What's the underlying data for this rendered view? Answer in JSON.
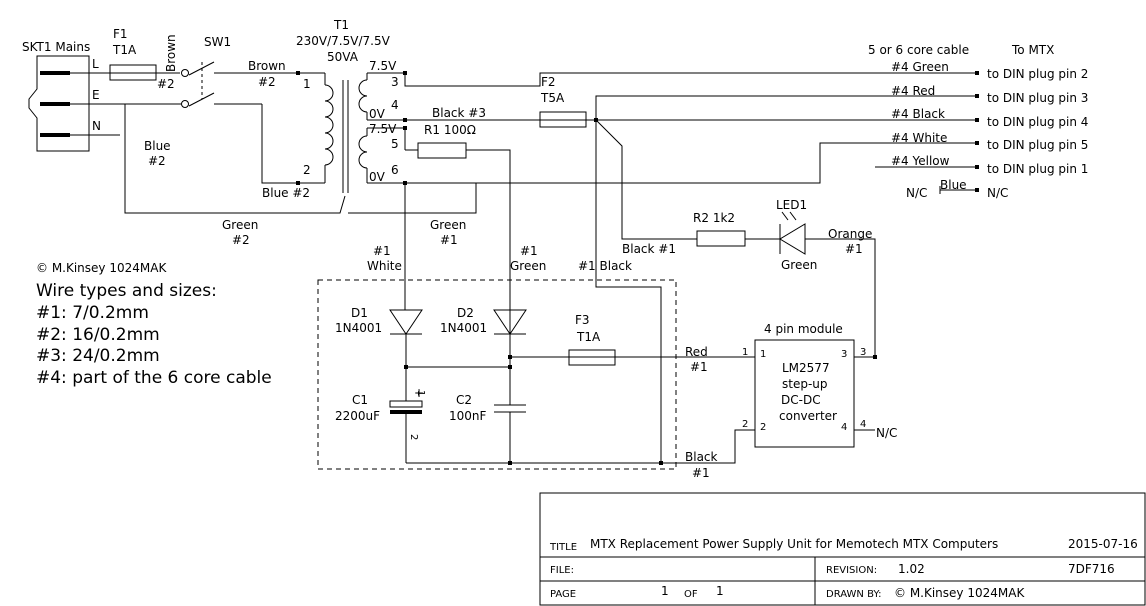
{
  "mains": {
    "title": "SKT1 Mains",
    "L": "L",
    "E": "E",
    "N": "N"
  },
  "fuse1": {
    "ref": "F1",
    "val": "T1A"
  },
  "sw1": {
    "ref": "SW1"
  },
  "transformer": {
    "ref": "T1",
    "rating": "230V/7.5V/7.5V",
    "va": "50VA",
    "pins": [
      "1",
      "2",
      "3",
      "4",
      "5",
      "6"
    ],
    "v75a": "7.5V",
    "v0a": "0V",
    "v75b": "7.5V",
    "v0b": "0V"
  },
  "wires": {
    "brown_vert": "Brown",
    "brown_vert_num": "#2",
    "brown": "Brown",
    "brown_num": "#2",
    "blue_left": "Blue",
    "blue_left_num": "#2",
    "blue_bot": "Blue #2",
    "green_left": "Green",
    "green_left_num": "#2",
    "green_mid": "Green",
    "green_mid_num": "#1",
    "black3": "Black #3",
    "white": "White",
    "white_num": "#1",
    "green_d2": "Green",
    "green_d2_num": "#1",
    "black1_top": "#1 Black",
    "black_led": "Black #1",
    "orange": "Orange",
    "orange_num": "#1",
    "red_mod": "Red",
    "red_mod_num": "#1",
    "black_mod": "Black",
    "black_mod_num": "#1"
  },
  "fuse2": {
    "ref": "F2",
    "val": "T5A"
  },
  "r1": {
    "ref": "R1",
    "val": "100Ω"
  },
  "r2": {
    "ref": "R2",
    "val": "1k2"
  },
  "led": {
    "ref": "LED1",
    "color": "Green"
  },
  "cable": {
    "title": "5 or 6 core cable",
    "dest": "To MTX",
    "rows": [
      {
        "code": "#4 Green",
        "dest": "to DIN plug pin 2"
      },
      {
        "code": "#4 Red",
        "dest": "to DIN plug pin 3"
      },
      {
        "code": "#4 Black",
        "dest": "to DIN plug pin 4"
      },
      {
        "code": "#4 White",
        "dest": "to DIN plug pin 5"
      },
      {
        "code": "#4 Yellow",
        "dest": "to DIN plug pin 1"
      }
    ],
    "nc_left": "N/C",
    "nc_blue": "Blue",
    "nc_right": "N/C"
  },
  "d1": {
    "ref": "D1",
    "val": "1N4001"
  },
  "d2": {
    "ref": "D2",
    "val": "1N4001"
  },
  "f3": {
    "ref": "F3",
    "val": "T1A"
  },
  "c1": {
    "ref": "C1",
    "val": "2200uF",
    "plus": "+",
    "pin1": "1",
    "pin2": "2"
  },
  "c2": {
    "ref": "C2",
    "val": "100nF"
  },
  "module": {
    "title": "4 pin module",
    "l1": "LM2577",
    "l2": "step-up",
    "l3": "DC-DC",
    "l4": "converter",
    "p1": "1",
    "p2": "2",
    "p3": "3",
    "p4": "4",
    "nc": "N/C"
  },
  "notes": {
    "copyright": "© M.Kinsey 1024MAK",
    "heading": "Wire types and sizes:",
    "lines": [
      "#1: 7/0.2mm",
      "#2: 16/0.2mm",
      "#3: 24/0.2mm",
      "#4: part of the 6 core cable"
    ]
  },
  "titleblock": {
    "title_label": "TITLE",
    "title": "MTX Replacement Power Supply Unit for Memotech MTX Computers",
    "date": "2015-07-16",
    "file_label": "FILE:",
    "revision_label": "REVISION:",
    "revision": "1.02",
    "code": "7DF716",
    "page_label": "PAGE",
    "page": "1",
    "of_label": "OF",
    "of": "1",
    "drawn_label": "DRAWN BY:",
    "drawn": "© M.Kinsey 1024MAK"
  }
}
